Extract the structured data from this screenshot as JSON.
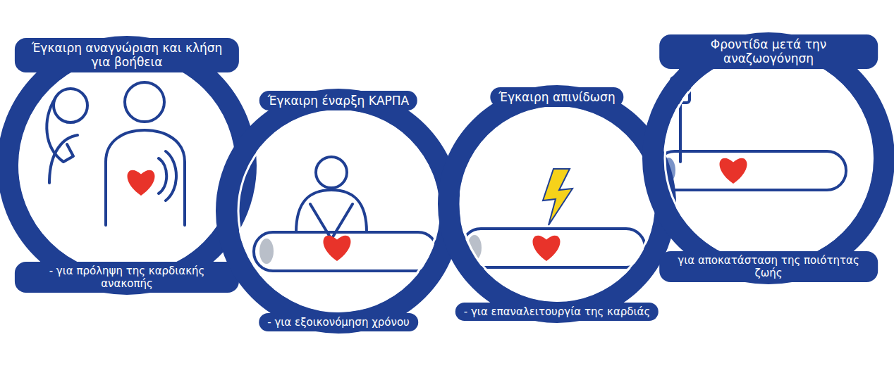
{
  "diagram": {
    "nodes": [
      {
        "text": [
          "Έγκαιρη αναγνώριση και κλήση για βοήθεια",
          "- για πρόληψη της καρδιακής ανακοπής"
        ]
      },
      {
        "text": [
          "Έγκαιρη έναρξη ΚΑΡΠΑ",
          "- για εξοικονόμηση χρόνου"
        ]
      },
      {
        "text": [
          "Έγκαιρη απινίδωση",
          "- για επαναλειτουργία της καρδιάς"
        ]
      },
      {
        "text": [
          "Φροντίδα μετά την αναζωογόνηση",
          "για αποκατάσταση της ποιότητας ζωής"
        ]
      }
    ]
  }
}
